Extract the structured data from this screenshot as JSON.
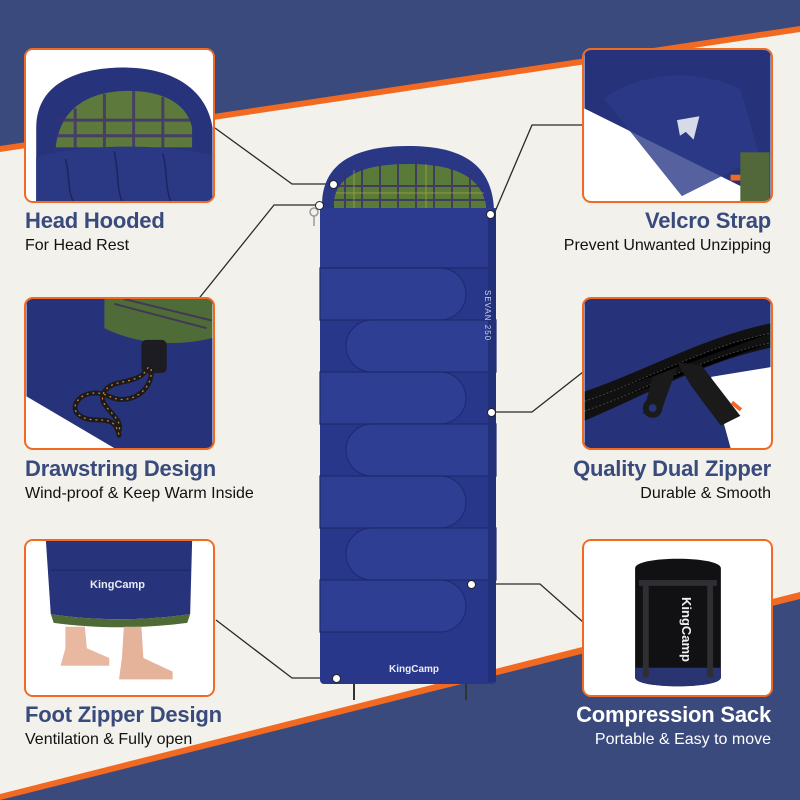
{
  "colors": {
    "navy_band": "#3a4a7d",
    "orange_stripe": "#f26a21",
    "background": "#f3f1ec",
    "bag_blue": "#27367f",
    "heading": "#394a7d",
    "subtitle": "#111111"
  },
  "product": {
    "brand": "KingCamp",
    "model_text": "SEVAN 250"
  },
  "features": [
    {
      "id": "head-hooded",
      "title": "Head Hooded",
      "subtitle": "For Head Rest",
      "position": "top-left"
    },
    {
      "id": "velcro-strap",
      "title": "Velcro Strap",
      "subtitle": "Prevent Unwanted Unzipping",
      "position": "top-right"
    },
    {
      "id": "drawstring-design",
      "title": "Drawstring Design",
      "subtitle": "Wind-proof & Keep Warm Inside",
      "position": "middle-left"
    },
    {
      "id": "quality-dual-zipper",
      "title": "Quality Dual Zipper",
      "subtitle": "Durable & Smooth",
      "position": "middle-right"
    },
    {
      "id": "foot-zipper-design",
      "title": "Foot Zipper Design",
      "subtitle": "Ventilation & Fully open",
      "position": "bottom-left"
    },
    {
      "id": "compression-sack",
      "title": "Compression Sack",
      "subtitle": "Portable & Easy to move",
      "position": "bottom-right"
    }
  ],
  "images": {
    "head_hooded": "hooded sleeping bag head with plaid lining",
    "velcro_strap": "navy fabric with logo and velcro tab",
    "drawstring": "black drawstring cord with orange flecks and cord lock",
    "dual_zipper": "two black zipper pulls on navy fabric",
    "foot_zipper": "bare feet below opened foot of sleeping bag with KingCamp logo",
    "compression_sack": "black compression sack with KingCamp logo and straps",
    "foot_logo_text": "KingCamp",
    "sack_logo_text": "KingCamp"
  }
}
